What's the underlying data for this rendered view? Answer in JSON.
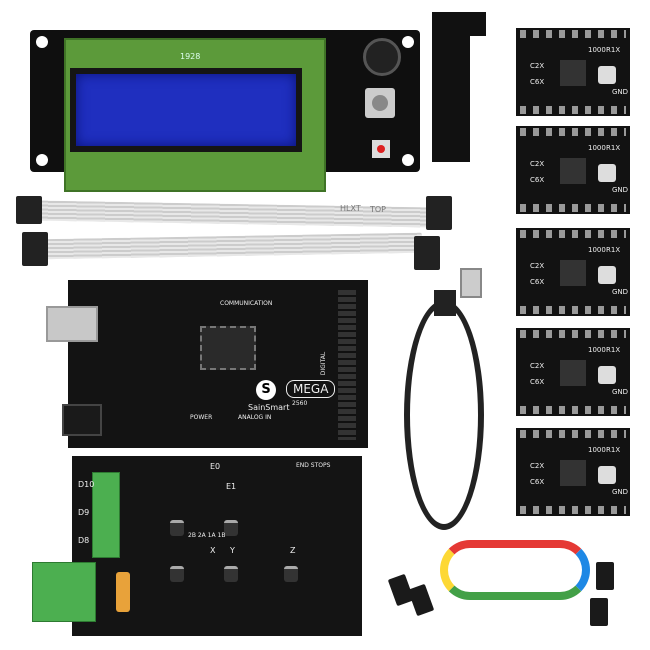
{
  "lcd": {
    "label": "1928"
  },
  "adapter": {
    "labels": [
      "HLXT",
      "TOP"
    ]
  },
  "mega": {
    "brand": "SainSmart",
    "logo_letter": "S",
    "model": "MEGA",
    "chip": "2560",
    "labels": [
      "COMMUNICATION",
      "POWER",
      "ANALOG IN",
      "DIGITAL"
    ]
  },
  "ramps": {
    "labels": [
      "E0",
      "E1",
      "X",
      "Y",
      "Z",
      "D10",
      "D9",
      "D8",
      "END STOPS",
      "2B 2A 1A 1B"
    ]
  },
  "drivers": [
    {
      "labels": [
        "C2X",
        "C6X",
        "R1X",
        "GND",
        "1000"
      ]
    },
    {
      "labels": [
        "C2X",
        "C6X",
        "R1X",
        "GND",
        "1000"
      ]
    },
    {
      "labels": [
        "C2X",
        "C6X",
        "R1X",
        "GND",
        "1000"
      ]
    },
    {
      "labels": [
        "C2X",
        "C6X",
        "R1X",
        "GND",
        "1000"
      ]
    },
    {
      "labels": [
        "C2X",
        "C6X",
        "R1X",
        "GND",
        "1000"
      ]
    }
  ],
  "colors": {
    "pcb": "#141414",
    "lcd_screen": "#1f2fbf",
    "lcd_board": "#5c9a3a",
    "terminal": "#4caf50"
  }
}
